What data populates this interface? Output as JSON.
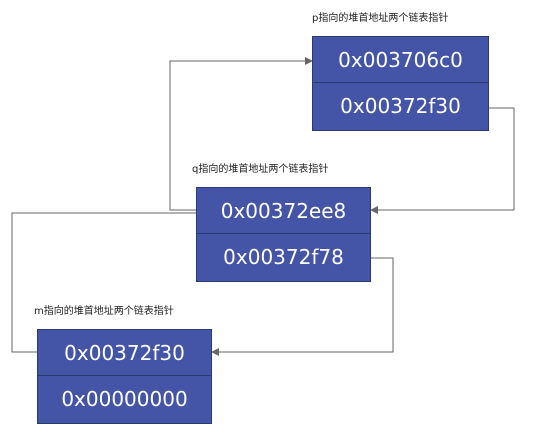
{
  "colors": {
    "box_fill": "#4454a6",
    "box_border": "#2a3a73",
    "connector": "#666666",
    "text": "#ffffff"
  },
  "nodes": [
    {
      "caption": "p指向的堆首地址两个链表指针",
      "cells": [
        "0x003706c0",
        "0x00372f30"
      ]
    },
    {
      "caption": "q指向的堆首地址两个链表指针",
      "cells": [
        "0x00372ee8",
        "0x00372f78"
      ]
    },
    {
      "caption": "m指向的堆首地址两个链表指针",
      "cells": [
        "0x00372f30",
        "0x00000000"
      ]
    }
  ]
}
